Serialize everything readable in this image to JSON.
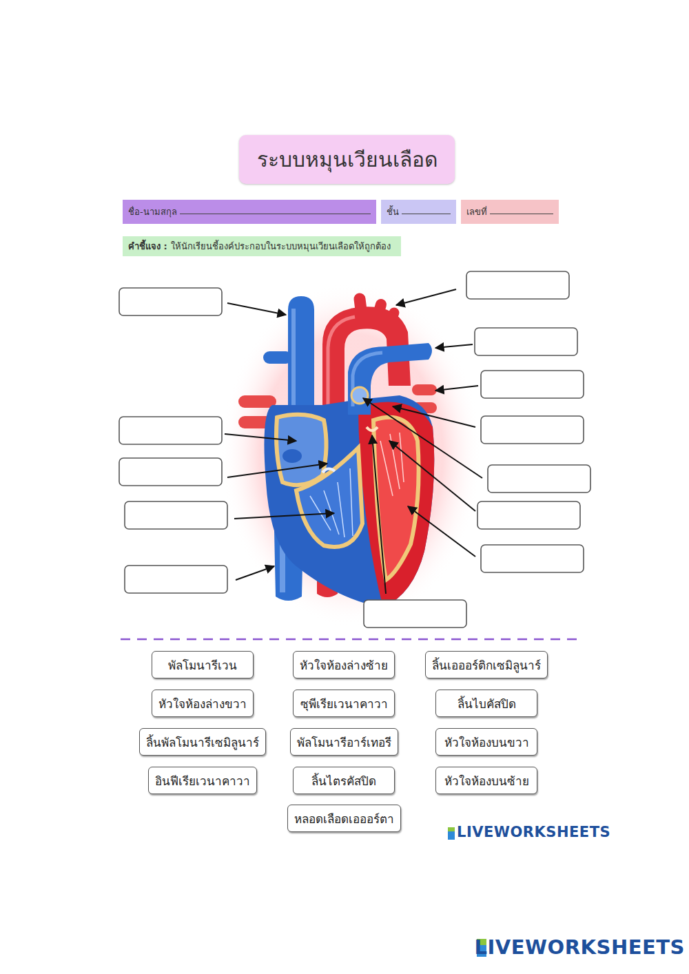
{
  "diagram": {
    "title": "ระบบหมุนเวียนเลือด",
    "nodes": [
      {
        "text": [
          "ชื่อ-นามสกุล"
        ]
      },
      {
        "text": [
          "ชั้น"
        ]
      },
      {
        "text": [
          "เลขที่"
        ]
      },
      {
        "text": [
          "คำชี้แจง :",
          "ให้นักเรียนชี้องค์ประกอบในระบบหมุนเวียนเลือดให้ถูกต้อง"
        ]
      },
      {
        "text": [
          "พัลโมนารีเวน"
        ]
      },
      {
        "text": [
          "หัวใจห้องล่างซ้าย"
        ]
      },
      {
        "text": [
          "ลิ้นเอออร์ติกเซมิลูนาร์"
        ]
      },
      {
        "text": [
          "หัวใจห้องล่างขวา"
        ]
      },
      {
        "text": [
          "ซุพีเรียเวนาคาวา"
        ]
      },
      {
        "text": [
          "ลิ้นไบคัสปิด"
        ]
      },
      {
        "text": [
          "ลิ้นพัลโมนารีเซมิลูนาร์"
        ]
      },
      {
        "text": [
          "พัลโมนารีอาร์เทอรี"
        ]
      },
      {
        "text": [
          "หัวใจห้องบนขวา"
        ]
      },
      {
        "text": [
          "อินฟีเรียเวนาคาวา"
        ]
      },
      {
        "text": [
          "ลิ้นไตรคัสปิด"
        ]
      },
      {
        "text": [
          "หัวใจห้องบนซ้าย"
        ]
      },
      {
        "text": [
          "หลอดเลือดเอออร์ตา"
        ]
      }
    ],
    "labels": [
      "LIVEWORKSHEETS",
      "LIVEWORKSHEETS"
    ]
  }
}
